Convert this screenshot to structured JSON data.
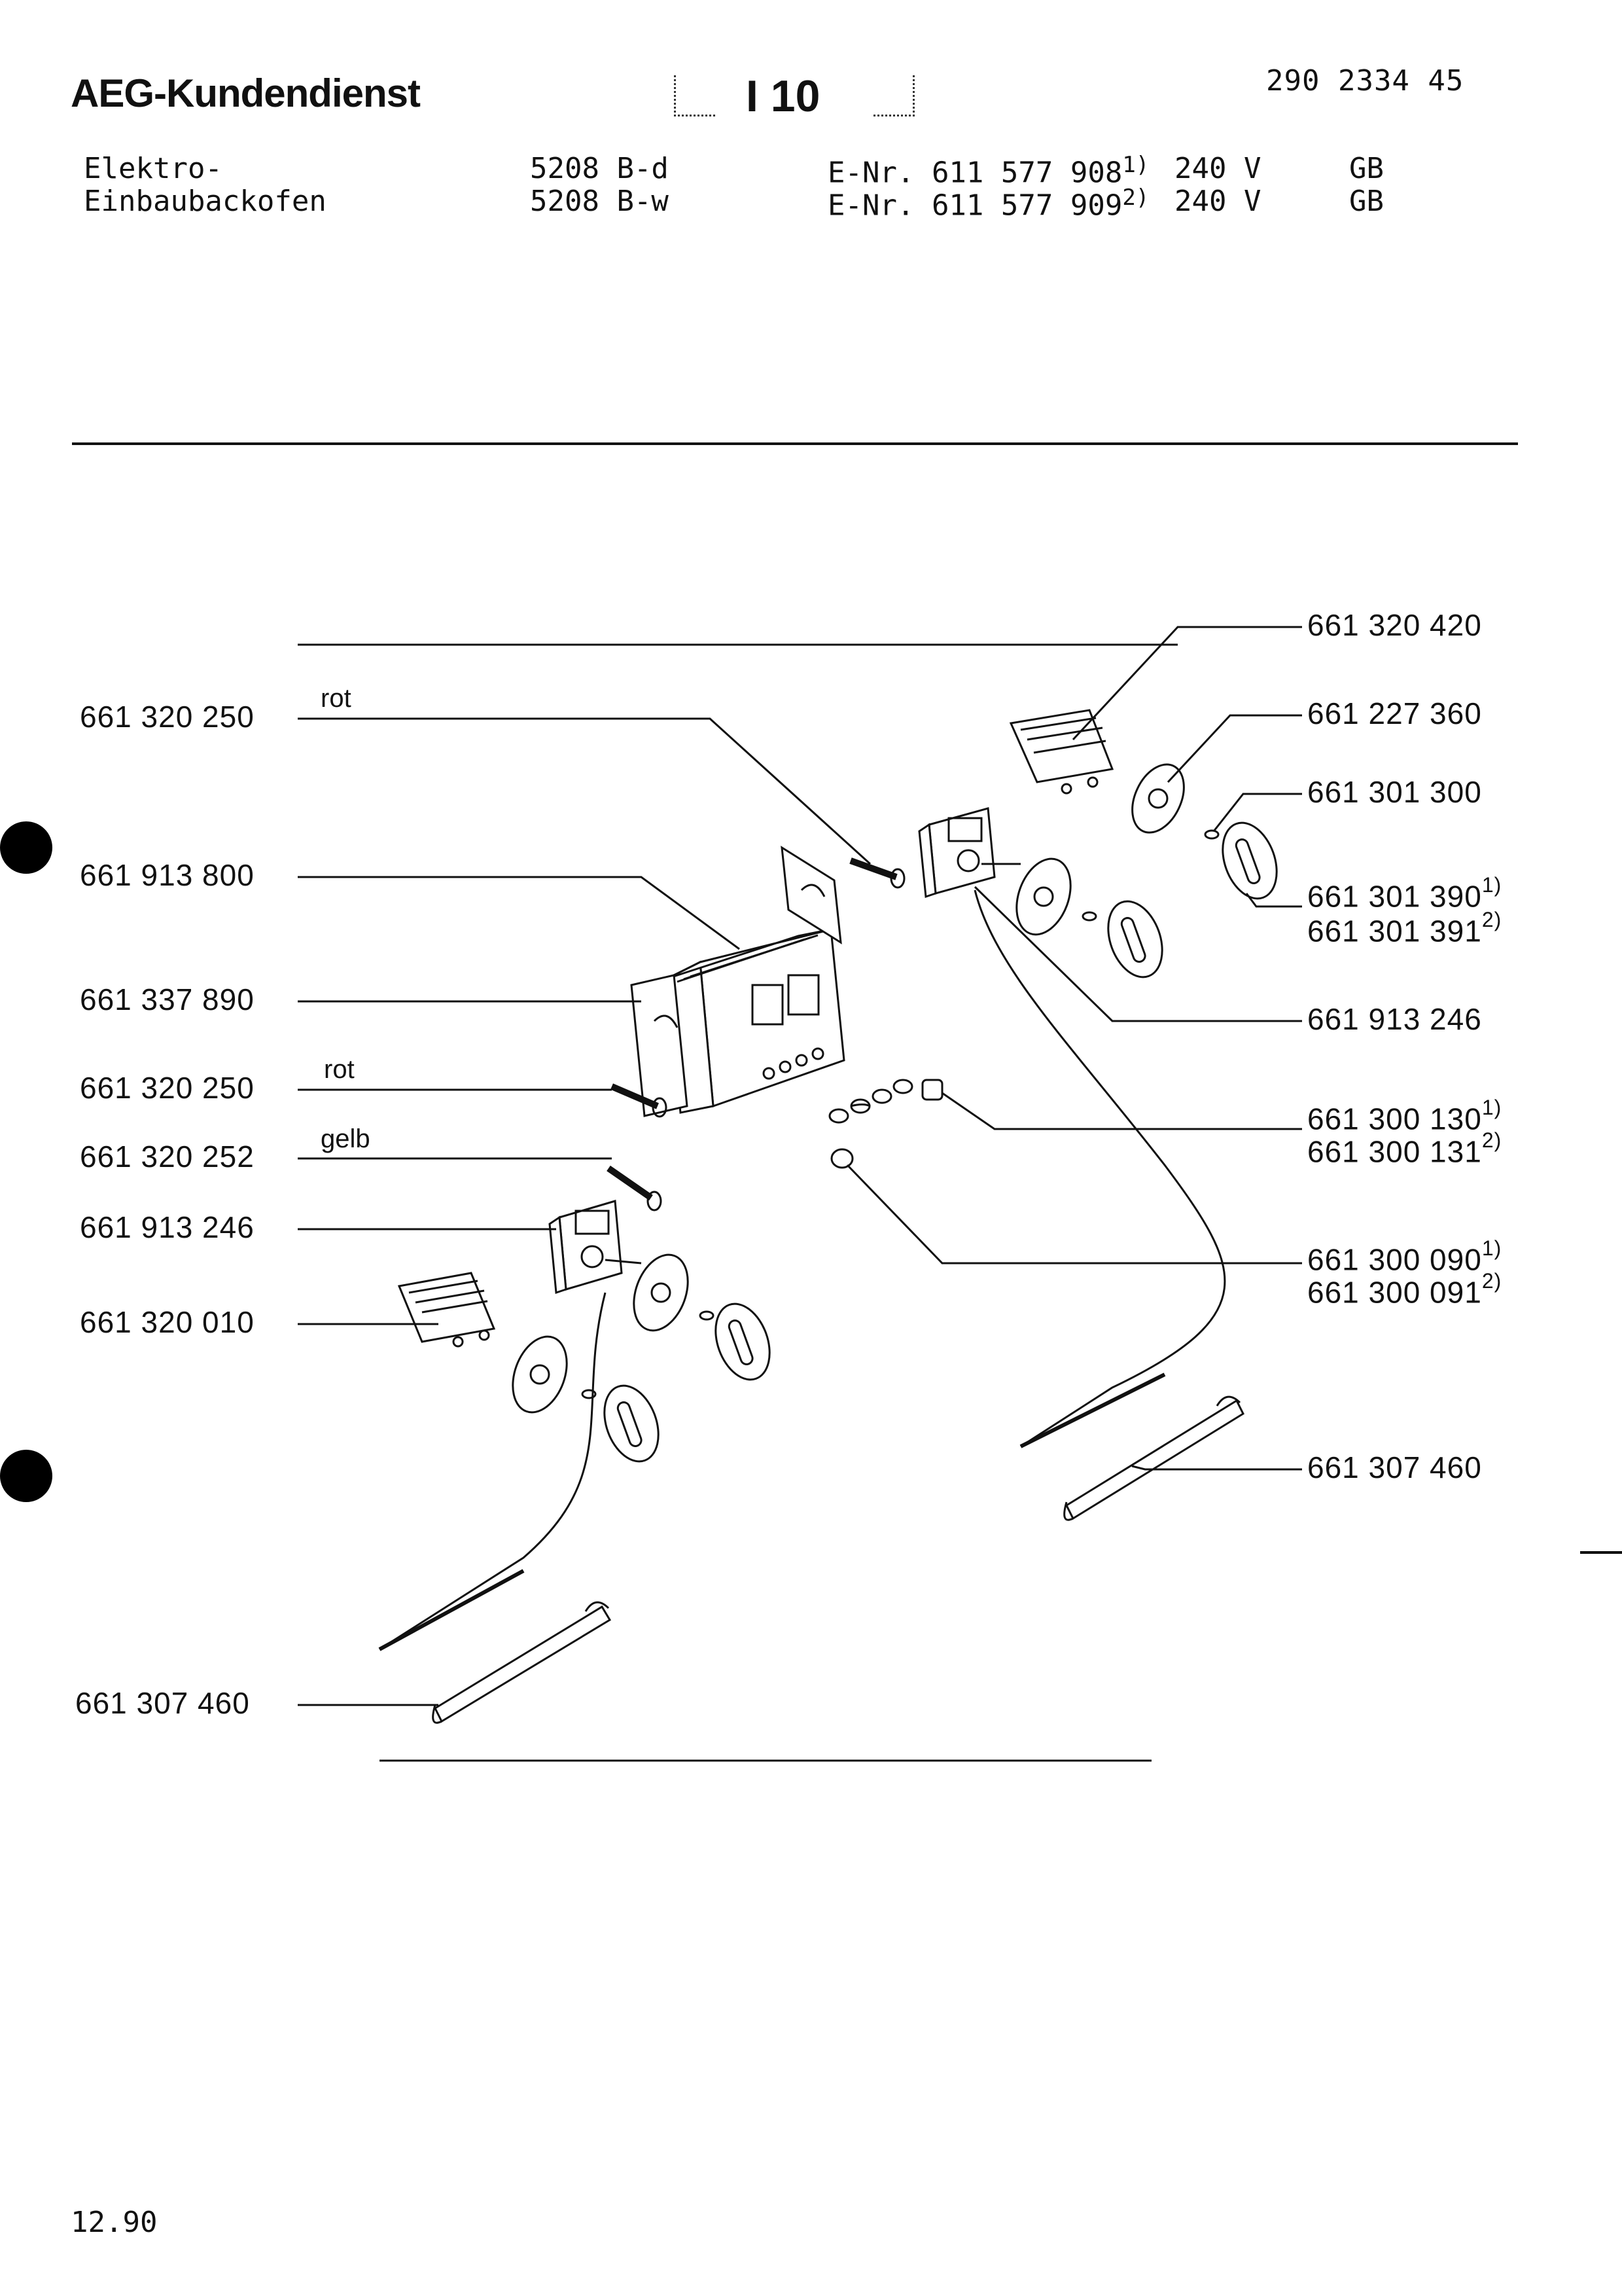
{
  "header": {
    "brand": "AEG-Kundendienst",
    "section_code": "I 10",
    "doc_number": "290 2334 45",
    "rows": [
      {
        "product": "Elektro-",
        "model": "5208 B-d",
        "enr": "E-Nr. 611 577 908",
        "enr_note": "1)",
        "voltage": "240 V",
        "country": "GB"
      },
      {
        "product": "Einbaubackofen",
        "model": "5208 B-w",
        "enr": "E-Nr. 611 577 909",
        "enr_note": "2)",
        "voltage": "240 V",
        "country": "GB"
      }
    ]
  },
  "parts_left": [
    {
      "number": "661 320 250",
      "note": "",
      "wire_label": "rot"
    },
    {
      "number": "661 913 800",
      "note": "",
      "wire_label": ""
    },
    {
      "number": "661 337 890",
      "note": "",
      "wire_label": ""
    },
    {
      "number": "661 320 250",
      "note": "",
      "wire_label": "rot"
    },
    {
      "number": "661 320 252",
      "note": "",
      "wire_label": "gelb"
    },
    {
      "number": "661 913 246",
      "note": "",
      "wire_label": ""
    },
    {
      "number": "661 320 010",
      "note": "",
      "wire_label": ""
    },
    {
      "number": "661 307 460",
      "note": "",
      "wire_label": ""
    }
  ],
  "parts_right": [
    {
      "number": "661 320 420",
      "note": ""
    },
    {
      "number": "661 227 360",
      "note": ""
    },
    {
      "number": "661 301 300",
      "note": ""
    },
    {
      "number": "661 301 390",
      "note": "1)"
    },
    {
      "number": "661 301 391",
      "note": "2)"
    },
    {
      "number": "661 913 246",
      "note": ""
    },
    {
      "number": "661 300 130",
      "note": "1)"
    },
    {
      "number": "661 300 131",
      "note": "2)"
    },
    {
      "number": "661 300 090",
      "note": "1)"
    },
    {
      "number": "661 300 091",
      "note": "2)"
    },
    {
      "number": "661 307 460",
      "note": ""
    }
  ],
  "footer": {
    "date": "12.90"
  }
}
